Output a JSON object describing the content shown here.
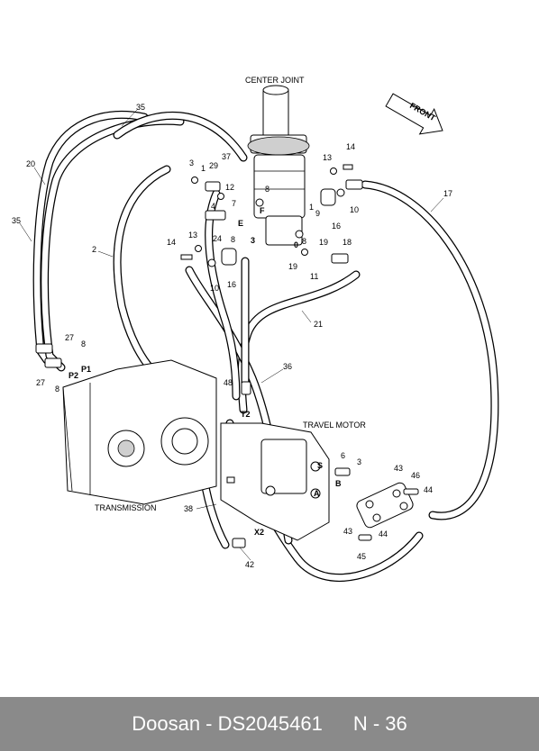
{
  "captions": {
    "center_joint": "CENTER JOINT",
    "front": "FRONT",
    "travel_motor": "TRAVEL MOTOR",
    "transmission": "TRANSMISSION"
  },
  "callouts": {
    "n35a": "35",
    "n20": "20",
    "n35b": "35",
    "n2": "2",
    "n3a": "3",
    "n1a": "1",
    "n29": "29",
    "n37": "37",
    "n12": "12",
    "n8a": "8",
    "n4": "4",
    "n7": "7",
    "portF": "F",
    "portE": "E",
    "n14a": "14",
    "n13a": "13",
    "n24": "24",
    "n8b": "8",
    "n3b": "3",
    "n10a": "10",
    "n16a": "16",
    "n14b": "14",
    "n13b": "13",
    "n1b": "1",
    "n9": "9",
    "n10b": "10",
    "n16b": "16",
    "n8c": "8",
    "portO": "0",
    "n19a": "19",
    "n19b": "19",
    "n18": "18",
    "n11": "11",
    "n17": "17",
    "n21": "21",
    "n27a": "27",
    "n8d": "8",
    "portP1": "P1",
    "portP2": "P2",
    "n27b": "27",
    "n8e": "8",
    "n36": "36",
    "n48": "48",
    "portT2": "T2",
    "n6": "6",
    "portS": "S",
    "n3c": "3",
    "portB": "B",
    "portA": "A",
    "n43a": "43",
    "n46": "46",
    "n44a": "44",
    "n43b": "43",
    "n44b": "44",
    "n45": "45",
    "n38": "38",
    "portX2": "X2",
    "n42": "42"
  },
  "footer": {
    "brand_part": "Doosan - DS2045461",
    "page": "N - 36"
  },
  "colors": {
    "footer_bg": "#8a8a8a",
    "footer_text": "#ffffff",
    "ink": "#000000"
  }
}
